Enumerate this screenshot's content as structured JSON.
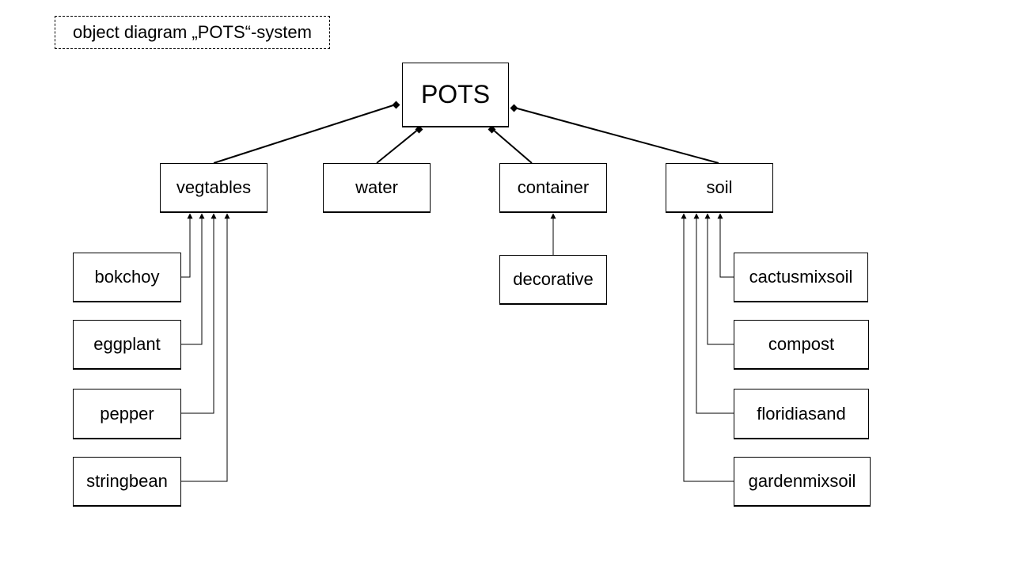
{
  "title": "object diagram „POTS“-system",
  "root": {
    "label": "POTS"
  },
  "children": [
    {
      "id": "vegtables",
      "label": "vegtables"
    },
    {
      "id": "water",
      "label": "water"
    },
    {
      "id": "container",
      "label": "container"
    },
    {
      "id": "soil",
      "label": "soil"
    }
  ],
  "vegtables_items": [
    "bokchoy",
    "eggplant",
    "pepper",
    "stringbean"
  ],
  "container_items": [
    "decorative"
  ],
  "soil_items": [
    "cactusmixsoil",
    "compost",
    "floridiasand",
    "gardenmixsoil"
  ],
  "relations": {
    "root_to_children": "composition",
    "items_to_parents": "generalization"
  }
}
